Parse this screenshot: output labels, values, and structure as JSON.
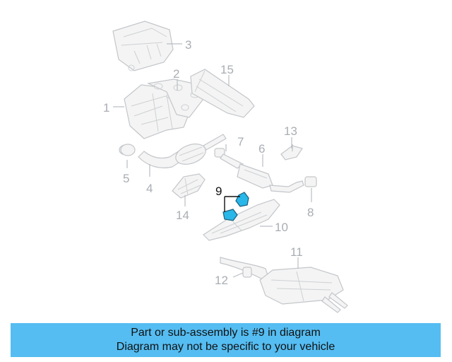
{
  "diagram": {
    "highlight_color": "#29b6e8",
    "callouts": [
      {
        "label": "1"
      },
      {
        "label": "2"
      },
      {
        "label": "3"
      },
      {
        "label": "4"
      },
      {
        "label": "5"
      },
      {
        "label": "6"
      },
      {
        "label": "7"
      },
      {
        "label": "8"
      },
      {
        "label": "9"
      },
      {
        "label": "10"
      },
      {
        "label": "11"
      },
      {
        "label": "12"
      },
      {
        "label": "13"
      },
      {
        "label": "14"
      },
      {
        "label": "15"
      }
    ]
  },
  "banner": {
    "line1": "Part or sub-assembly is #9 in diagram",
    "line2": "Diagram may not be specific to your vehicle",
    "background": "#55bdf2"
  }
}
